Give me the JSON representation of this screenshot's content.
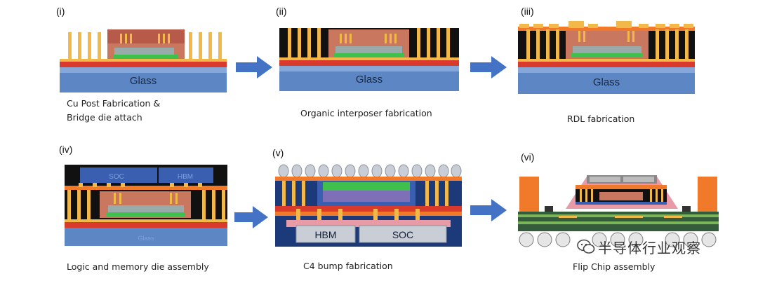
{
  "steps": [
    {
      "tag": "(i)",
      "caption_lines": [
        "Cu Post Fabrication &",
        "Bridge die attach"
      ],
      "substrate_label": "Glass"
    },
    {
      "tag": "(ii)",
      "caption_lines": [
        "Organic interposer fabrication"
      ],
      "substrate_label": "Glass"
    },
    {
      "tag": "(iii)",
      "caption_lines": [
        "RDL fabrication"
      ],
      "substrate_label": "Glass"
    },
    {
      "tag": "(iv)",
      "caption_lines": [
        "Logic and memory die assembly"
      ],
      "substrate_label": "Glass",
      "die_labels": [
        "SOC",
        "HBM"
      ]
    },
    {
      "tag": "(v)",
      "caption_lines": [
        "C4 bump fabrication"
      ],
      "die_labels": [
        "HBM",
        "SOC"
      ]
    },
    {
      "tag": "(vi)",
      "caption_lines": [
        "Flip Chip assembly"
      ]
    }
  ],
  "watermark": "半导体行业观察",
  "colors": {
    "glass": "#5d86c4",
    "copper": "#f2b84a",
    "red_layer": "#d93a2b",
    "orange_layer": "#f07a2a",
    "bridge_green": "#3fbf4b",
    "die_pink": "#d98a8a",
    "black_interposer": "#111111",
    "arrow": "#4472c4"
  }
}
